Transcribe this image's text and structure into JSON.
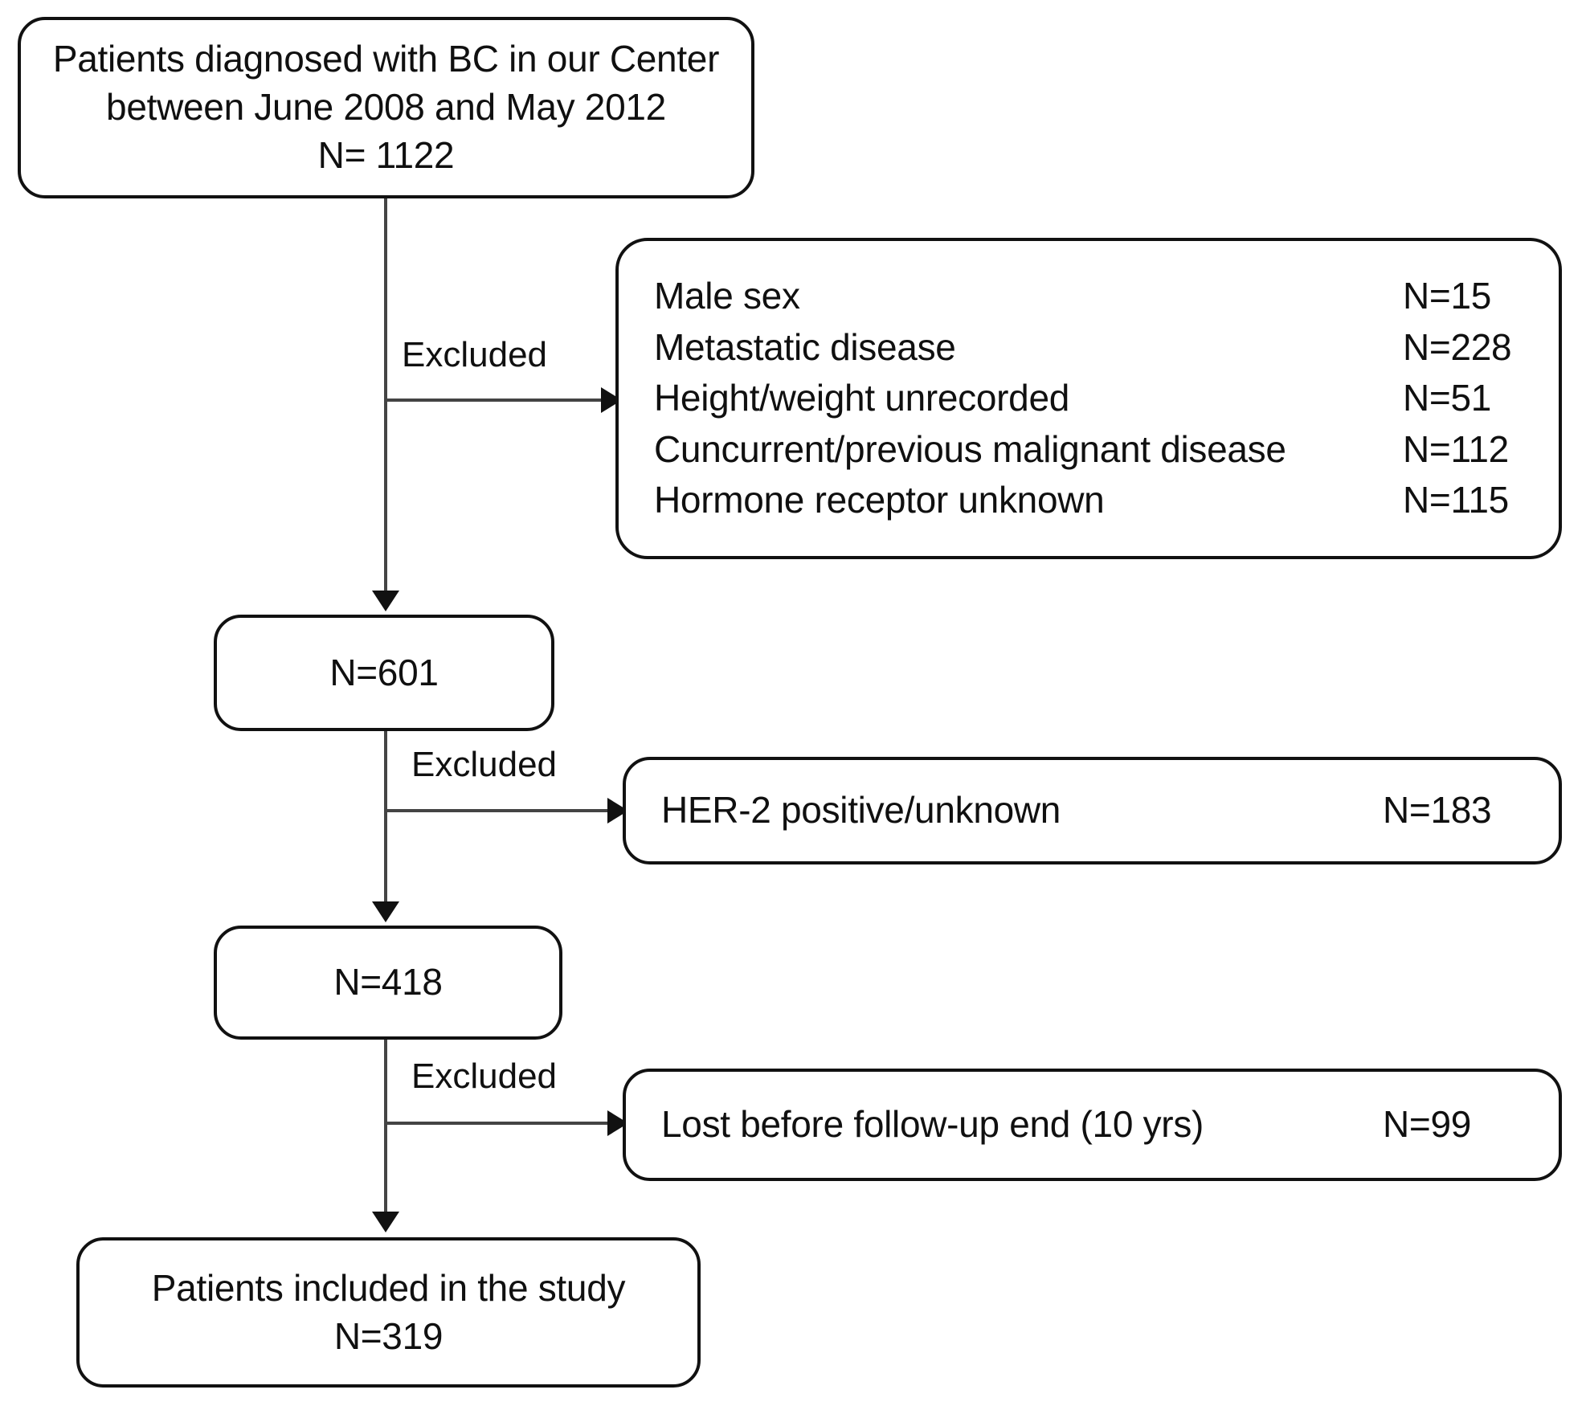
{
  "diagram": {
    "type": "study-flow-diagram",
    "nodes": {
      "source": {
        "lines": [
          "Patients diagnosed with BC in our Center",
          "between June 2008 and May 2012",
          "N= 1122"
        ],
        "count": 1122
      },
      "after_first_exclusion": {
        "label": "N=601",
        "count": 601
      },
      "after_second_exclusion": {
        "label": "N=418",
        "count": 418
      },
      "final": {
        "lines": [
          "Patients included in the study",
          "N=319"
        ],
        "count": 319
      }
    },
    "exclusion_groups": [
      {
        "edge_label": "Excluded",
        "items": [
          {
            "reason": "Male sex",
            "count": "N=15"
          },
          {
            "reason": "Metastatic disease",
            "count": "N=228"
          },
          {
            "reason": "Height/weight unrecorded",
            "count": "N=51"
          },
          {
            "reason": "Cuncurrent/previous malignant disease",
            "count": "N=112"
          },
          {
            "reason": "Hormone receptor unknown",
            "count": "N=115"
          }
        ]
      },
      {
        "edge_label": "Excluded",
        "items": [
          {
            "reason": "HER-2 positive/unknown",
            "count": "N=183"
          }
        ]
      },
      {
        "edge_label": "Excluded",
        "items": [
          {
            "reason": "Lost before follow-up end (10 yrs)",
            "count": "N=99"
          }
        ]
      }
    ],
    "colors": {
      "box_border": "#111111",
      "connector": "#444444",
      "text": "#101010",
      "background": "#ffffff"
    }
  }
}
